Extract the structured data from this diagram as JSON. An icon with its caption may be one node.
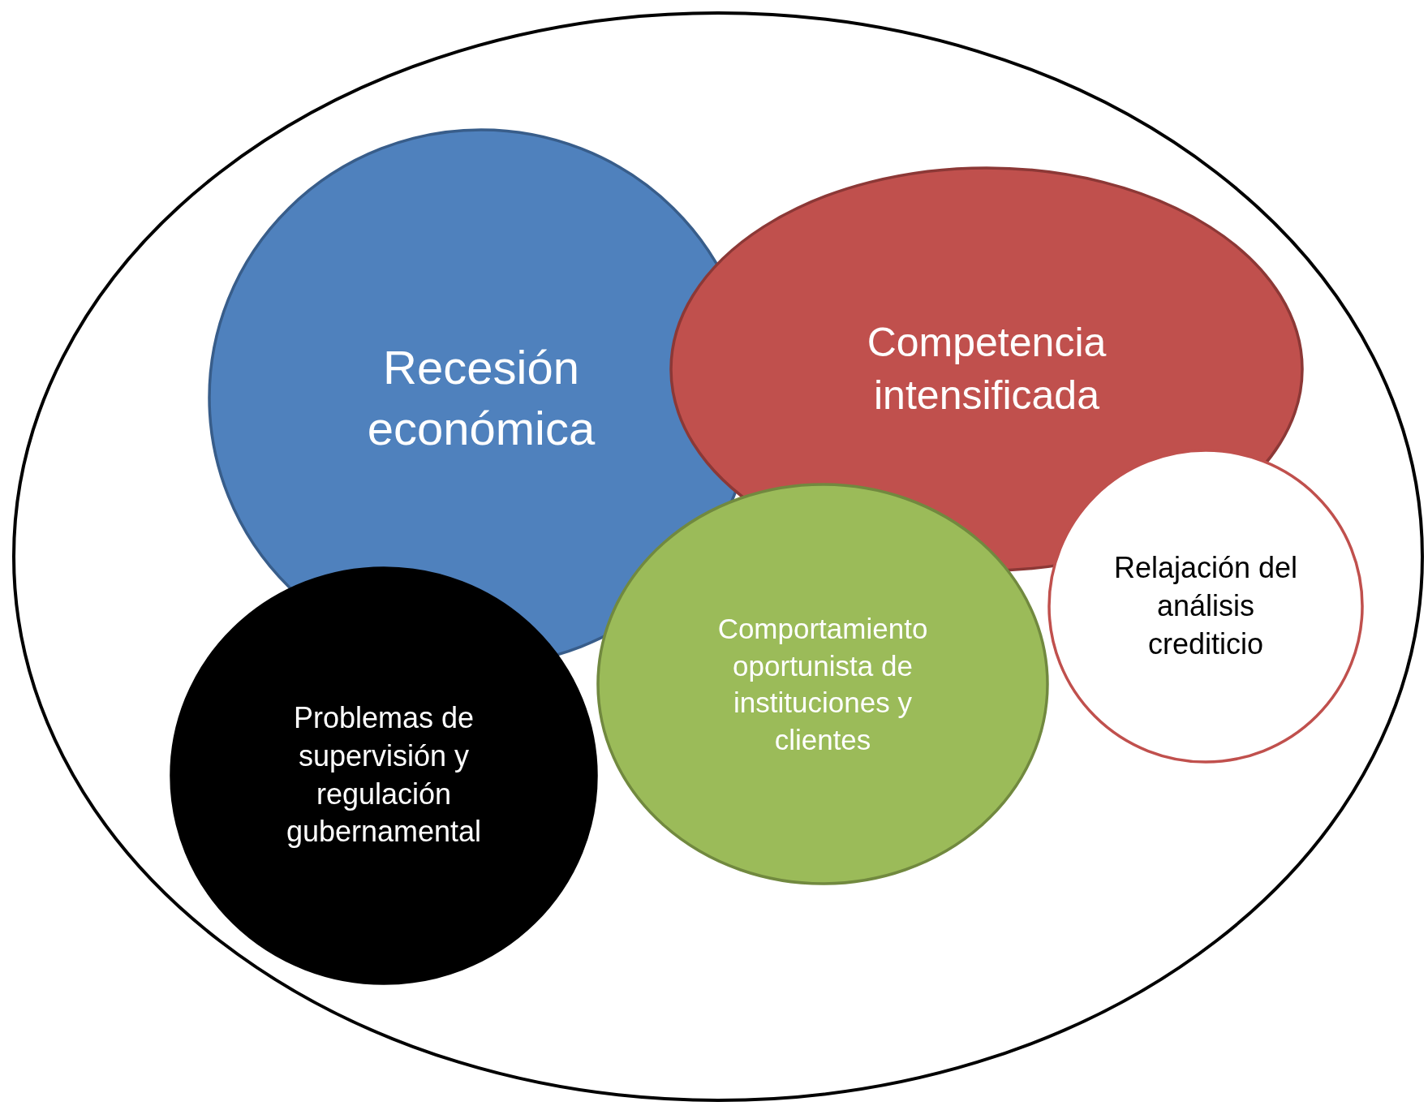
{
  "diagram": {
    "nodes": [
      {
        "text": [],
        "shape": "ellipse"
      },
      {
        "text": [
          "Recesión económica"
        ],
        "in": 0
      },
      {
        "text": [
          "Competencia intensificada"
        ],
        "in": 0
      },
      {
        "text": [
          "Relajación del análisis crediticio"
        ],
        "in": 0
      },
      {
        "text": [
          "Problemas de supervisión y regulación gubernamental"
        ],
        "in": 0
      },
      {
        "text": [
          "Comportamiento oportunista de instituciones y clientes"
        ],
        "in": 0
      }
    ]
  }
}
